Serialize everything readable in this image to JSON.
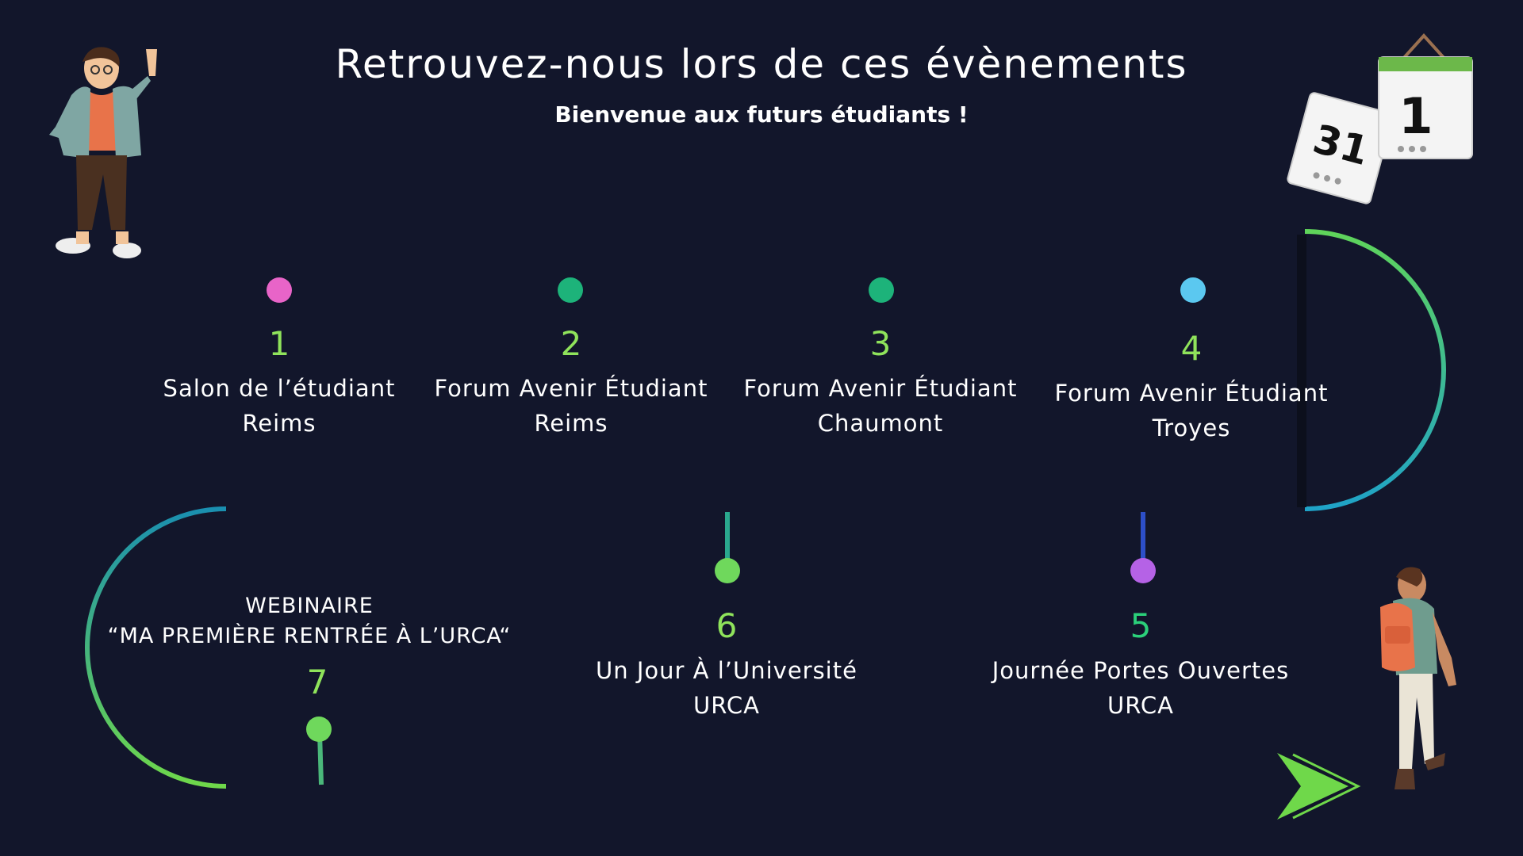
{
  "header": {
    "title": "Retrouvez-nous lors de ces évènements",
    "subtitle": "Bienvenue aux futurs étudiants !"
  },
  "calendar": {
    "back_page": "31",
    "front_page": "1"
  },
  "events": [
    {
      "number": "1",
      "line1": "Salon de l’étudiant",
      "line2": "Reims",
      "dot_color": "#e864c8",
      "num_color": "#8fe35b"
    },
    {
      "number": "2",
      "line1": "Forum Avenir Étudiant",
      "line2": "Reims",
      "dot_color": "#1db37a",
      "num_color": "#8fe35b"
    },
    {
      "number": "3",
      "line1": "Forum Avenir Étudiant",
      "line2": "Chaumont",
      "dot_color": "#1db37a",
      "num_color": "#8fe35b"
    },
    {
      "number": "4",
      "line1": "Forum Avenir Étudiant",
      "line2": "Troyes",
      "dot_color": "#5bc8f0",
      "num_color": "#8fe35b"
    },
    {
      "number": "5",
      "line1": "Journée Portes Ouvertes",
      "line2": "URCA",
      "dot_color": "#b562e6",
      "num_color": "#2bd07a"
    },
    {
      "number": "6",
      "line1": "Un Jour À l’Université",
      "line2": "URCA",
      "dot_color": "#6fd85c",
      "num_color": "#8fe35b"
    },
    {
      "number": "7",
      "line1": "WEBINAIRE",
      "line2": "“MA PREMIÈRE RENTRÉE À L’URCA“",
      "dot_color": "#6fd85c",
      "num_color": "#8fe35b"
    }
  ]
}
